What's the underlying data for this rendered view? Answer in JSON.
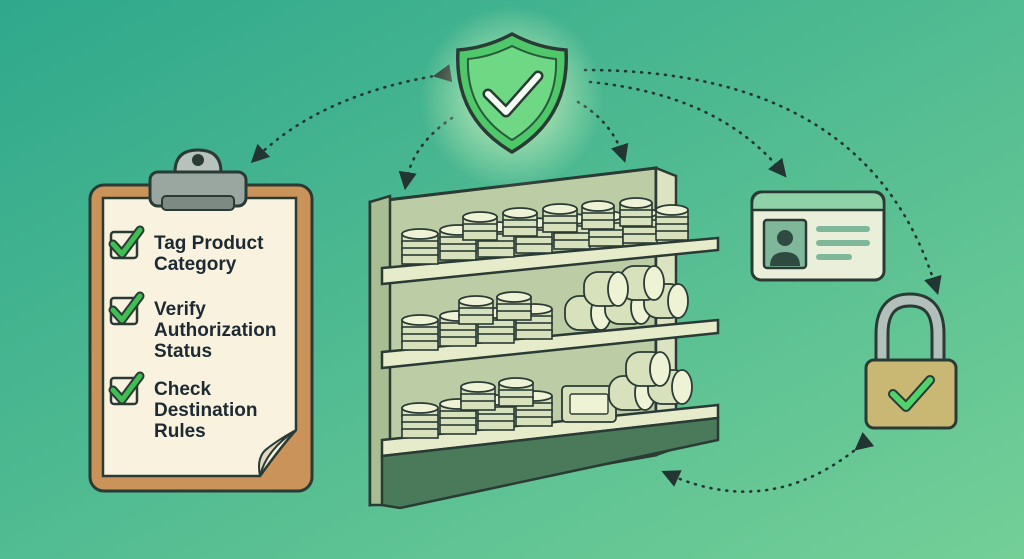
{
  "colors": {
    "background_start": "#2fa88c",
    "background_end": "#74cf97",
    "outline": "#2a3a35",
    "check_green": "#3fbf52",
    "shield_green": "#4fc86a",
    "clipboard_board": "#c9935a",
    "paper": "#f8f2de",
    "shelf": "#dfe6c4",
    "stack_item": "#d7e2bd",
    "id_card": "#e9efd8",
    "padlock_body": "#c9b774",
    "dotted_arrow": "#233532"
  },
  "checklist": {
    "items": [
      {
        "lines": [
          "Tag Product",
          "Category"
        ],
        "checked": true
      },
      {
        "lines": [
          "Verify",
          "Authorization",
          "Status"
        ],
        "checked": true
      },
      {
        "lines": [
          "Check",
          "Destination",
          "Rules"
        ],
        "checked": true
      }
    ]
  },
  "icons": {
    "shield": "shield-check-icon",
    "id_card": "id-card-icon",
    "padlock": "padlock-check-icon",
    "clipboard": "clipboard-checklist-icon",
    "shelf": "product-shelf-icon"
  }
}
